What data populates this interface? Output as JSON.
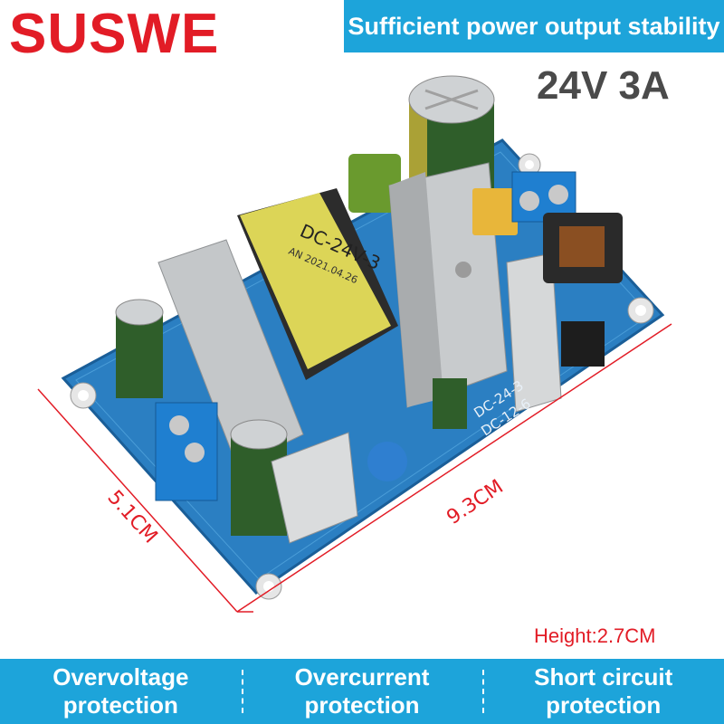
{
  "brand": "SUSWE",
  "banner": "Sufficient power output stability",
  "spec": "24V 3A",
  "height_label": "Height:2.7CM",
  "dimensions": {
    "length": "9.3CM",
    "width": "5.1CM"
  },
  "features": [
    "Overvoltage protection",
    "Overcurrent protection",
    "Short circuit protection"
  ],
  "board_text": {
    "transformer": "DC-24V-3",
    "transformer_date": "AN 2021.04.26",
    "model": "DC-24-3",
    "model_alt": "DC-12-6"
  },
  "colors": {
    "brand": "#e21c26",
    "accent": "#1da4da",
    "pcb": "#2b7fc2"
  }
}
